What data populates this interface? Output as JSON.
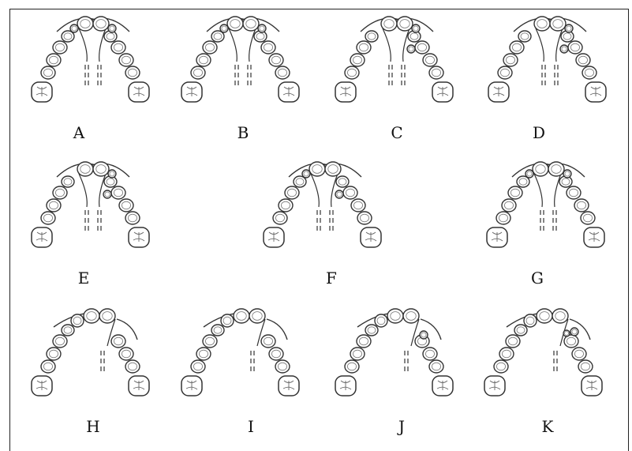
{
  "panels": [
    {
      "label": "A",
      "variant": "sym-both-laterals"
    },
    {
      "label": "B",
      "variant": "sym-both-laterals"
    },
    {
      "label": "C",
      "variant": "one-side-lateral"
    },
    {
      "label": "D",
      "variant": "one-side-lateral"
    },
    {
      "label": "E",
      "variant": "right-lateral"
    },
    {
      "label": "F",
      "variant": "left-lateral"
    },
    {
      "label": "G",
      "variant": "both-small"
    },
    {
      "label": "H",
      "variant": "cleft-right"
    },
    {
      "label": "I",
      "variant": "cleft-right"
    },
    {
      "label": "J",
      "variant": "cleft-right-lateral"
    },
    {
      "label": "K",
      "variant": "cleft-right-two"
    }
  ],
  "colors": {
    "stroke": "#333333",
    "tooth_fill": "#ffffff",
    "shade": "#cfcfcf"
  }
}
